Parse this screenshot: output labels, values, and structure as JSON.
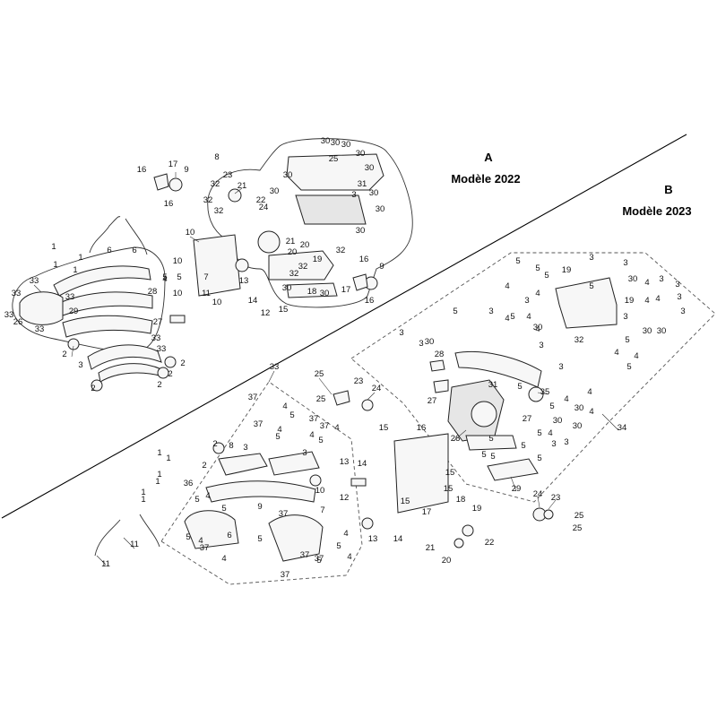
{
  "section_a": {
    "letter": "A",
    "model": "Modèle 2022"
  },
  "section_b": {
    "letter": "B",
    "model": "Modèle 2023"
  },
  "labels_a": [
    "16",
    "17",
    "9",
    "16",
    "8",
    "23",
    "32",
    "21",
    "32",
    "22",
    "32",
    "30",
    "30",
    "30",
    "30",
    "30",
    "30",
    "30",
    "30",
    "30",
    "30",
    "25",
    "31",
    "3",
    "24",
    "20",
    "21",
    "20",
    "19",
    "18",
    "30",
    "32",
    "32",
    "32",
    "30",
    "16",
    "9",
    "17",
    "16",
    "15",
    "14",
    "12",
    "7",
    "10",
    "10",
    "10",
    "13",
    "11",
    "10",
    "5",
    "5",
    "4",
    "1",
    "1",
    "1",
    "1",
    "6",
    "6",
    "33",
    "33",
    "33",
    "33",
    "28",
    "26",
    "29",
    "27",
    "33",
    "33",
    "33",
    "2",
    "3",
    "2",
    "2",
    "2",
    "2"
  ],
  "labels_b": [
    "3",
    "3",
    "5",
    "19",
    "5",
    "5",
    "4",
    "4",
    "3",
    "5",
    "19",
    "30",
    "4",
    "3",
    "3",
    "4",
    "4",
    "3",
    "5",
    "3",
    "4",
    "5",
    "4",
    "4",
    "3",
    "3",
    "30",
    "30",
    "3",
    "32",
    "3",
    "5",
    "4",
    "5",
    "4",
    "30",
    "3",
    "3",
    "30",
    "28",
    "27",
    "31",
    "35",
    "5",
    "4",
    "30",
    "30",
    "5",
    "30",
    "27",
    "26",
    "29",
    "5",
    "4",
    "4",
    "3",
    "3",
    "4",
    "5",
    "5",
    "5",
    "5",
    "5",
    "34",
    "24",
    "23",
    "25",
    "25"
  ],
  "labels_c": [
    "33",
    "25",
    "25",
    "23",
    "24",
    "37",
    "37",
    "4",
    "5",
    "5",
    "4",
    "37",
    "37",
    "4",
    "5",
    "3",
    "4",
    "8",
    "2",
    "2",
    "3",
    "6",
    "10",
    "36",
    "4",
    "5",
    "5",
    "4",
    "37",
    "37",
    "9",
    "7",
    "5",
    "5",
    "37",
    "37",
    "37",
    "4",
    "5",
    "4",
    "5",
    "4",
    "1",
    "1",
    "1",
    "1",
    "1",
    "1",
    "11",
    "11",
    "13",
    "14",
    "12",
    "13",
    "14",
    "15",
    "16",
    "15",
    "15",
    "15",
    "17",
    "18",
    "19",
    "22",
    "21",
    "20"
  ]
}
